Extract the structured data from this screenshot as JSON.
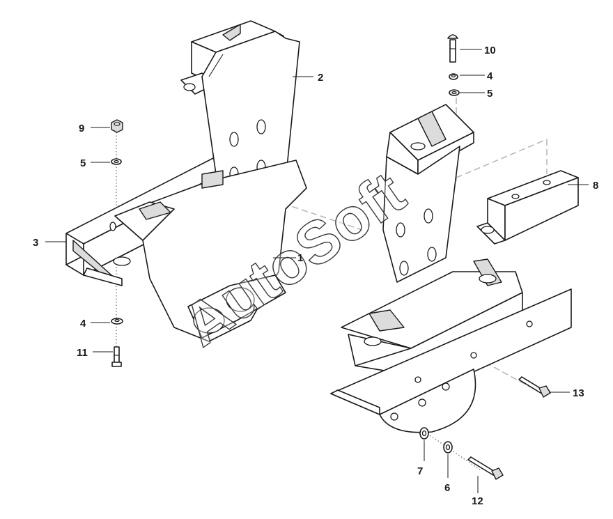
{
  "watermark": "AutoSoft",
  "callouts": [
    {
      "id": "c1",
      "label": "1"
    },
    {
      "id": "c2",
      "label": "2"
    },
    {
      "id": "c3",
      "label": "3"
    },
    {
      "id": "c4a",
      "label": "4"
    },
    {
      "id": "c4b",
      "label": "4"
    },
    {
      "id": "c5a",
      "label": "5"
    },
    {
      "id": "c5b",
      "label": "5"
    },
    {
      "id": "c6",
      "label": "6"
    },
    {
      "id": "c7",
      "label": "7"
    },
    {
      "id": "c8",
      "label": "8"
    },
    {
      "id": "c9",
      "label": "9"
    },
    {
      "id": "c10",
      "label": "10"
    },
    {
      "id": "c11",
      "label": "11"
    },
    {
      "id": "c12",
      "label": "12"
    },
    {
      "id": "c13",
      "label": "13"
    }
  ]
}
